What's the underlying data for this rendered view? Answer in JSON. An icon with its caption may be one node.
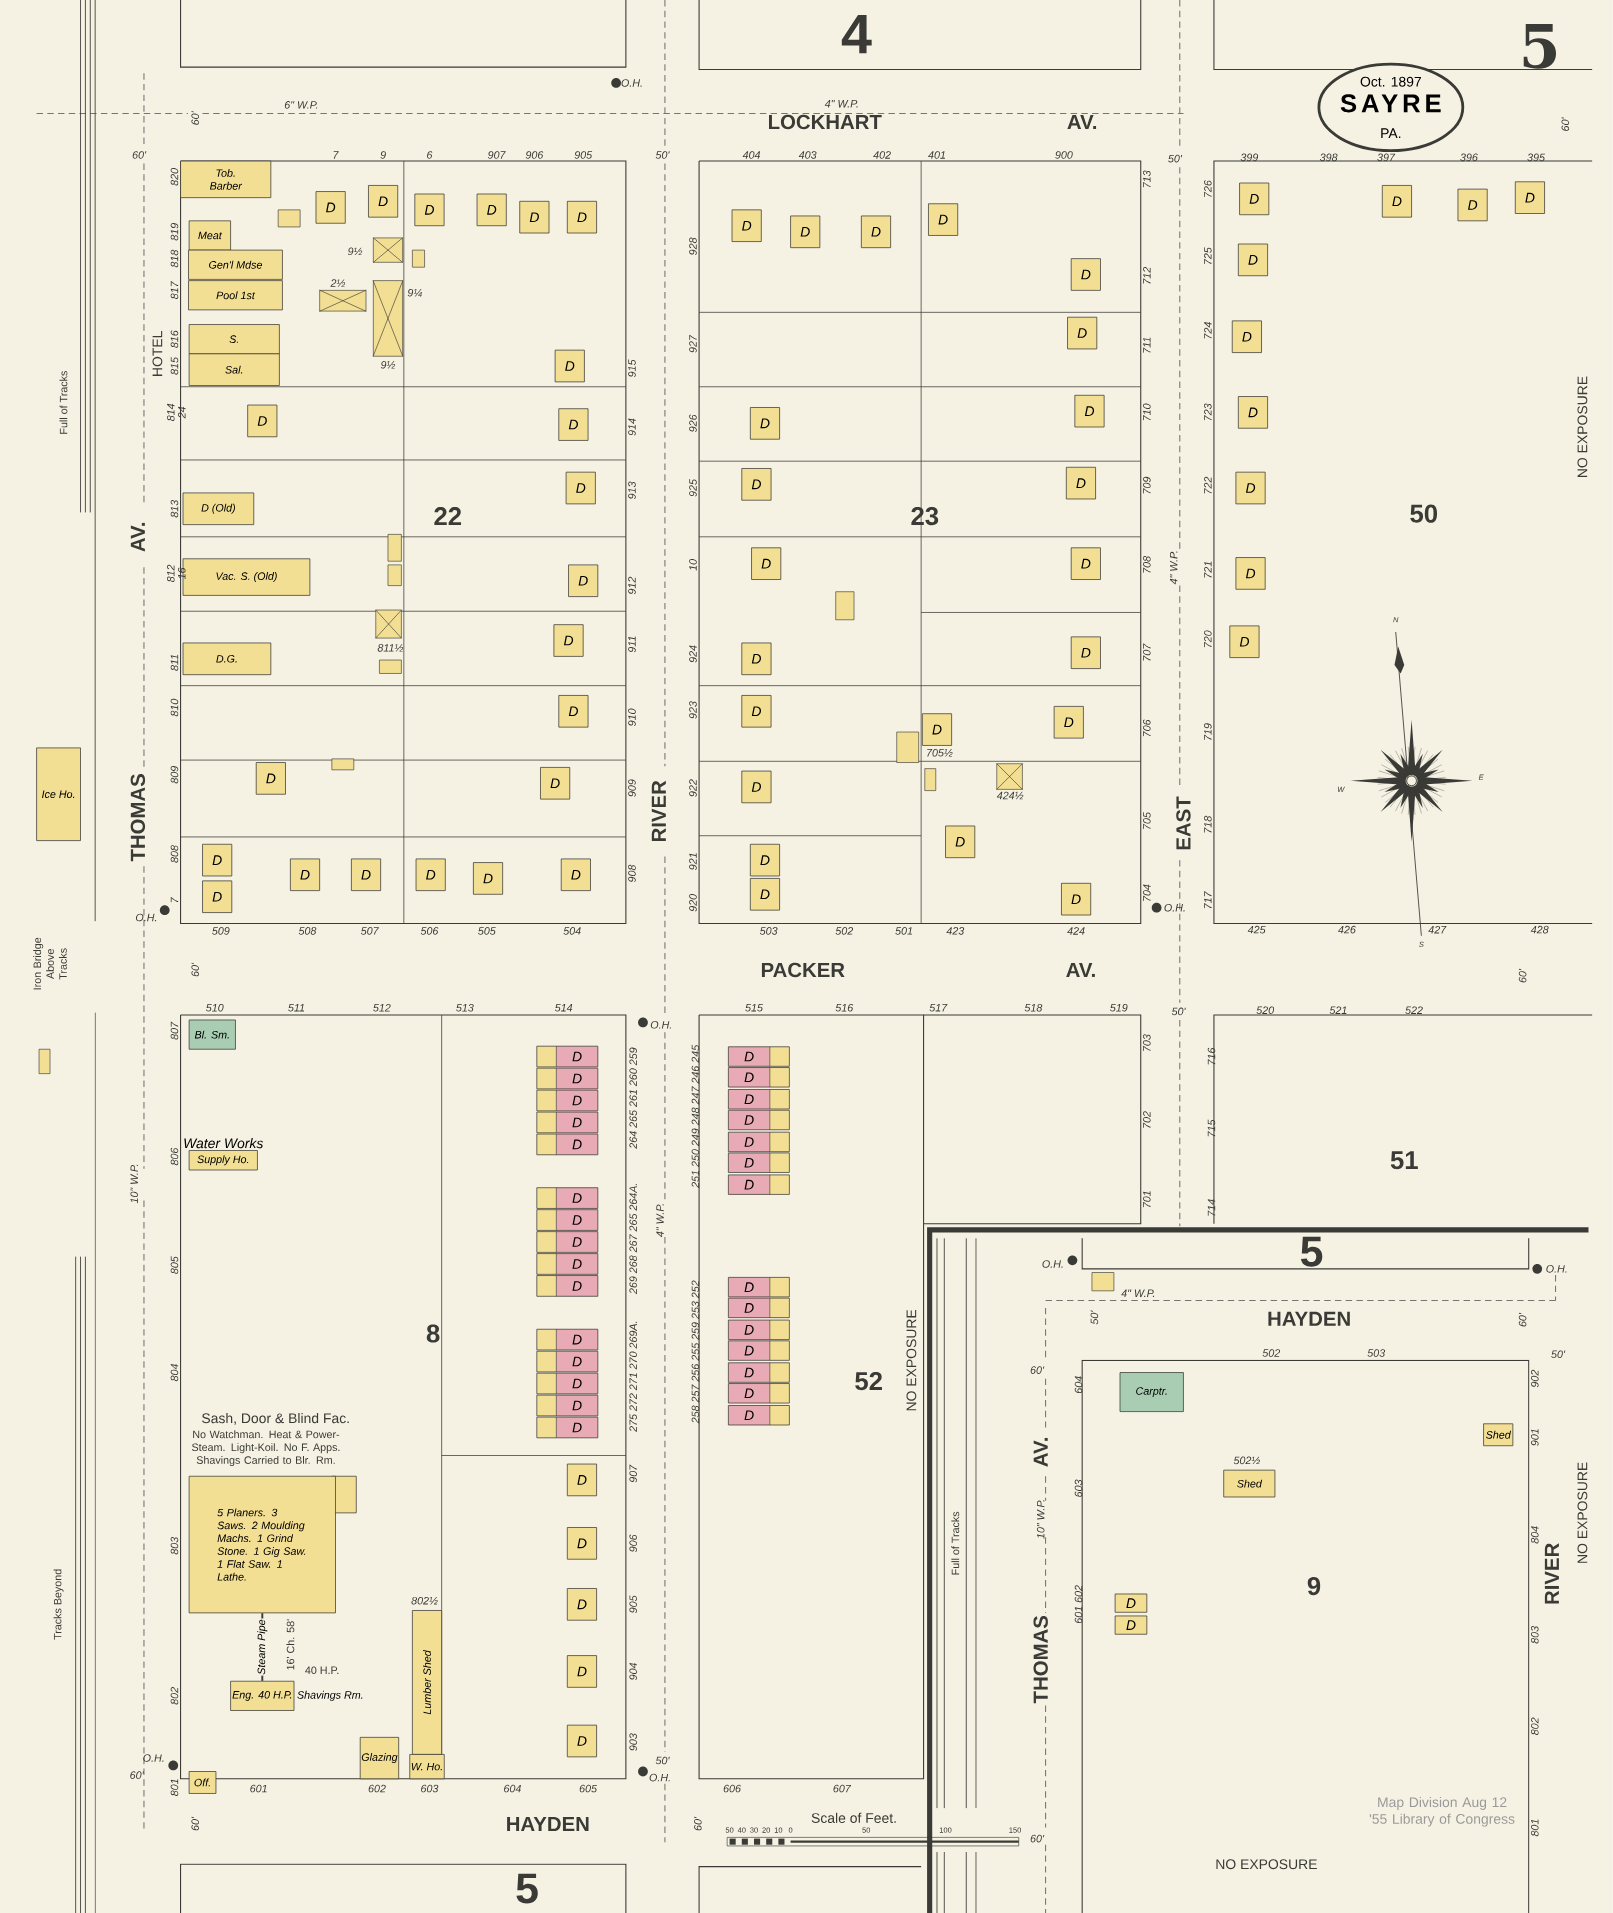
{
  "diagram": {
    "nodes": [
      {
        "text": [
          "Oct. 1897",
          "SAYRE",
          "PA."
        ]
      },
      {
        "text": [
          "Tob.",
          "Barber"
        ]
      },
      {
        "text": [
          "Meat"
        ]
      },
      {
        "text": [
          "Gen'l Mdse"
        ]
      },
      {
        "text": [
          "Pool 1st"
        ]
      },
      {
        "text": [
          "S."
        ]
      },
      {
        "text": [
          "Sal."
        ]
      },
      {
        "text": [
          "D (Old)"
        ]
      },
      {
        "text": [
          "Vac. S. (Old)"
        ]
      },
      {
        "text": [
          "D.G."
        ]
      },
      {
        "text": [
          "Ice Ho."
        ]
      },
      {
        "text": [
          "Bl. Sm."
        ]
      },
      {
        "text": [
          "Water Works",
          "Supply Ho."
        ]
      },
      {
        "text": [
          "5 Planers. 3 Saws. 2 Moulding Machs. 1 Grind Stone. 1 Gig Saw. 1 Flat Saw. 1 Lathe."
        ]
      },
      {
        "text": [
          "Eng. 40 H.P."
        ],
        "beside": [
          "Shavings Rm."
        ]
      },
      {
        "text": [
          "Off."
        ]
      },
      {
        "text": [
          "Glazing"
        ]
      },
      {
        "text": [
          "Lumber Shed"
        ]
      },
      {
        "text": [
          "W. Ho."
        ]
      },
      {
        "text": [
          "Carptr."
        ]
      },
      {
        "text": [
          "Shed"
        ]
      },
      {
        "text": [
          "Shed"
        ]
      },
      {
        "text": [
          "D"
        ]
      },
      {
        "text": [
          "D"
        ]
      },
      {
        "text": [
          "D"
        ]
      },
      {
        "text": [
          "D"
        ]
      },
      {
        "text": [
          "D"
        ]
      },
      {
        "text": [
          "D"
        ]
      },
      {
        "text": [
          "D"
        ]
      },
      {
        "text": [
          "D"
        ]
      },
      {
        "text": [
          "D"
        ]
      },
      {
        "text": [
          "D"
        ]
      },
      {
        "text": [
          "D"
        ]
      },
      {
        "text": [
          "D"
        ]
      },
      {
        "text": [
          "D"
        ]
      },
      {
        "text": [
          "D"
        ]
      },
      {
        "text": [
          "D"
        ]
      },
      {
        "text": [
          "D"
        ]
      },
      {
        "text": [
          "D"
        ]
      },
      {
        "text": [
          "D"
        ]
      },
      {
        "text": [
          "D"
        ]
      },
      {
        "text": [
          "D"
        ]
      },
      {
        "text": [
          "D"
        ]
      },
      {
        "text": [
          "D"
        ]
      },
      {
        "text": [
          "D"
        ]
      },
      {
        "text": [
          "D"
        ]
      },
      {
        "text": [
          "D"
        ]
      },
      {
        "text": [
          "D"
        ]
      },
      {
        "text": [
          "D"
        ]
      },
      {
        "text": [
          "D"
        ]
      },
      {
        "text": [
          "D"
        ]
      },
      {
        "text": [
          "D"
        ]
      },
      {
        "text": [
          "D"
        ]
      },
      {
        "text": [
          "D"
        ]
      },
      {
        "text": [
          "D"
        ]
      },
      {
        "text": [
          "D"
        ]
      },
      {
        "text": [
          "D"
        ]
      },
      {
        "text": [
          "D"
        ]
      },
      {
        "text": [
          "D"
        ]
      },
      {
        "text": [
          "D"
        ]
      },
      {
        "text": [
          "D"
        ]
      },
      {
        "text": [
          "D"
        ]
      },
      {
        "text": [
          "D"
        ]
      },
      {
        "text": [
          "D"
        ]
      },
      {
        "text": [
          "D"
        ]
      },
      {
        "text": [
          "D"
        ]
      },
      {
        "text": [
          "D"
        ]
      },
      {
        "text": [
          "D"
        ]
      },
      {
        "text": [
          "D"
        ]
      },
      {
        "text": [
          "D"
        ]
      },
      {
        "text": [
          "D"
        ]
      },
      {
        "text": [
          "D"
        ]
      },
      {
        "text": [
          "D"
        ]
      },
      {
        "text": [
          "D"
        ]
      },
      {
        "text": [
          "D"
        ]
      },
      {
        "text": [
          "D"
        ]
      },
      {
        "text": [
          "D"
        ]
      },
      {
        "text": [
          "D"
        ]
      },
      {
        "text": [
          "D"
        ]
      },
      {
        "text": [
          "D"
        ]
      },
      {
        "text": [
          "D"
        ]
      },
      {
        "text": [
          "D"
        ]
      },
      {
        "text": [
          "D"
        ]
      },
      {
        "text": [
          "D"
        ]
      },
      {
        "text": [
          "D"
        ]
      },
      {
        "text": [
          "D"
        ]
      },
      {
        "text": [
          "D"
        ]
      },
      {
        "text": [
          "D"
        ]
      },
      {
        "text": [
          "D"
        ]
      },
      {
        "text": [
          "D"
        ]
      },
      {
        "text": [
          "D"
        ]
      },
      {
        "text": [
          "D"
        ]
      },
      {
        "text": [
          "D"
        ]
      },
      {
        "text": [
          "D"
        ]
      },
      {
        "text": [
          "D"
        ]
      },
      {
        "text": [
          "D"
        ]
      },
      {
        "text": [
          "D"
        ]
      },
      {
        "text": [
          "D"
        ]
      },
      {
        "text": [
          "D"
        ]
      },
      {
        "text": [
          "D"
        ]
      },
      {
        "text": [
          "D"
        ]
      },
      {
        "text": [
          "D"
        ]
      },
      {
        "text": [
          "D"
        ]
      },
      {
        "text": [
          "D"
        ]
      },
      {
        "text": [
          "D"
        ]
      },
      {
        "text": [
          "D"
        ]
      },
      {
        "text": [
          "D"
        ]
      },
      {
        "text": [
          "D"
        ]
      },
      {
        "text": [
          "D"
        ]
      },
      {
        "text": [
          "D"
        ]
      },
      {
        "text": [
          "D"
        ]
      },
      {
        "text": [
          "D"
        ]
      },
      {
        "text": [],
        "shape": "box"
      },
      {
        "text": [],
        "shape": "box"
      },
      {
        "text": [],
        "shape": "box"
      },
      {
        "text": [],
        "shape": "box"
      },
      {
        "text": [],
        "shape": "box"
      },
      {
        "text": [],
        "shape": "box"
      },
      {
        "text": [],
        "shape": "box"
      },
      {
        "text": [],
        "shape": "box"
      },
      {
        "text": [],
        "shape": "box"
      },
      {
        "text": [],
        "shape": "box"
      },
      {
        "text": [],
        "shape": "box"
      },
      {
        "text": [],
        "shape": "box"
      },
      {
        "text": [],
        "shape": "box"
      },
      {
        "text": [],
        "shape": "box"
      },
      {
        "text": [],
        "shape": "box"
      },
      {
        "text": [],
        "shape": "box"
      }
    ],
    "edges": [
      {
        "from": 13,
        "to": 14,
        "arrow": "none",
        "label": "Steam Pipe"
      }
    ],
    "labels": [
      "4",
      "5",
      "60'",
      "6\" W.P.",
      "LOCKHART",
      "4\" W.P.",
      "AV.",
      "60'",
      "50'",
      "50'",
      "60'",
      "O.H.",
      "7",
      "9",
      "6",
      "907",
      "906",
      "905",
      "820",
      "819",
      "818",
      "817",
      "816",
      "815",
      "814",
      "24",
      "HOTEL",
      "813",
      "812",
      "16",
      "811",
      "810",
      "809",
      "808",
      "7",
      "915",
      "914",
      "913",
      "912",
      "911",
      "910",
      "909",
      "908",
      "509",
      "508",
      "507",
      "506",
      "505",
      "504",
      "9½",
      "2½",
      "9¼",
      "9½",
      "811½",
      "22",
      "404",
      "403",
      "402",
      "401",
      "900",
      "928",
      "927",
      "926",
      "925",
      "10",
      "924",
      "923",
      "922",
      "921",
      "920",
      "713",
      "712",
      "711",
      "710",
      "709",
      "708",
      "707",
      "706",
      "705",
      "704",
      "503",
      "502",
      "501",
      "423",
      "424",
      "705½",
      "424½",
      "23",
      "4\" W.P.",
      "O.H.",
      "O.H.",
      "399",
      "398",
      "397",
      "396",
      "395",
      "726",
      "725",
      "724",
      "723",
      "722",
      "721",
      "720",
      "719",
      "718",
      "717",
      "425",
      "426",
      "427",
      "428",
      "50",
      "NO EXPOSURE",
      "N",
      "E",
      "S",
      "W",
      "THOMAS",
      "AV.",
      "RIVER",
      "EAST",
      "Full of Tracks",
      "Iron Bridge Above Tracks",
      "60'",
      "PACKER",
      "AV.",
      "60'",
      "510",
      "511",
      "512",
      "513",
      "514",
      "O.H.",
      "50'",
      "807",
      "806",
      "805",
      "804",
      "803",
      "802",
      "801",
      "10\" W.P.",
      "264 265 261 260 259",
      "269 268 267 265 264A.",
      "275 272 271 270 269A.",
      "907",
      "906",
      "905",
      "904",
      "903",
      "4\" W.P.",
      "8",
      "Sash, Door & Blind Fac.",
      "No Watchman. Heat & Power-Steam. Light-Koil. No F. Apps. Shavings Carried to Blr. Rm.",
      "40 H.P.",
      "16' Ch. 58'",
      "802½",
      "601",
      "602",
      "603",
      "604",
      "605",
      "O.H.",
      "60'",
      "60'",
      "50'",
      "O.H.",
      "HAYDEN",
      "5",
      "Tracks Beyond",
      "515",
      "516",
      "517",
      "518",
      "519",
      "251 250 249 248 247 246 245",
      "258 257 256 255 259 253 252",
      "703",
      "702",
      "701",
      "52",
      "NO EXPOSURE",
      "606",
      "607",
      "60'",
      "520",
      "521",
      "522",
      "716",
      "715",
      "714",
      "51",
      "5",
      "O.H.",
      "O.H.",
      "4\" W.P.",
      "50'",
      "HAYDEN",
      "60'",
      "Full of Tracks",
      "60'",
      "AV.",
      "10\" W.P.",
      "THOMAS",
      "502",
      "503",
      "50'",
      "604",
      "603",
      "601 602",
      "902",
      "901",
      "804",
      "803",
      "802",
      "801",
      "502½",
      "9",
      "RIVER",
      "NO EXPOSURE",
      "Scale of Feet.",
      "50",
      "40",
      "30",
      "20",
      "10",
      "0",
      "50",
      "100",
      "150",
      "60'",
      "Map Division Aug 12 '55 Library of Congress",
      "NO EXPOSURE"
    ]
  }
}
